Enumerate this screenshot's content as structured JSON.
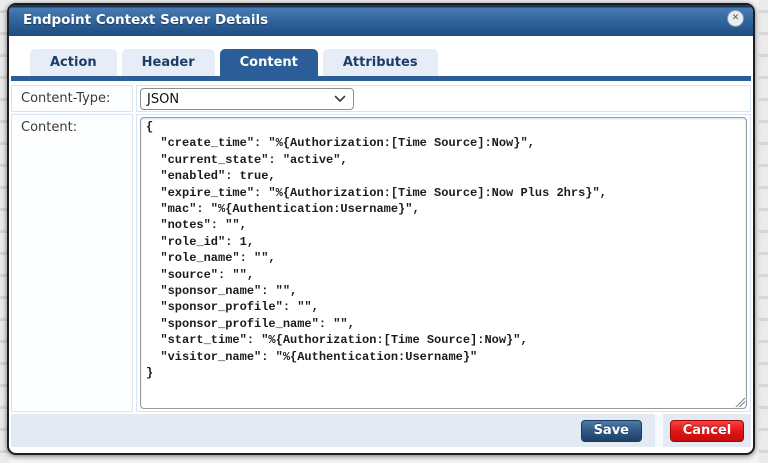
{
  "dialog": {
    "title": "Endpoint Context Server Details",
    "close_icon": "circle-x"
  },
  "tabs": [
    {
      "label": "Action",
      "active": false
    },
    {
      "label": "Header",
      "active": false
    },
    {
      "label": "Content",
      "active": true
    },
    {
      "label": "Attributes",
      "active": false
    }
  ],
  "form": {
    "content_type": {
      "label": "Content-Type:",
      "value": "JSON"
    },
    "content": {
      "label": "Content:",
      "value": "{\n  \"create_time\": \"%{Authorization:[Time Source]:Now}\",\n  \"current_state\": \"active\",\n  \"enabled\": true,\n  \"expire_time\": \"%{Authorization:[Time Source]:Now Plus 2hrs}\",\n  \"mac\": \"%{Authentication:Username}\",\n  \"notes\": \"\",\n  \"role_id\": 1,\n  \"role_name\": \"\",\n  \"source\": \"\",\n  \"sponsor_name\": \"\",\n  \"sponsor_profile\": \"\",\n  \"sponsor_profile_name\": \"\",\n  \"start_time\": \"%{Authorization:[Time Source]:Now}\",\n  \"visitor_name\": \"%{Authentication:Username}\"\n}"
    }
  },
  "footer": {
    "save_label": "Save",
    "cancel_label": "Cancel"
  },
  "icons": {
    "close": "close-icon",
    "chevron": "chevron-down-icon",
    "resize": "resize-handle"
  },
  "colors": {
    "titlebar_top": "#4a7ab1",
    "titlebar_bottom": "#1d4b7e",
    "active_tab": "#2b5e98",
    "inactive_tab": "#e6edf6",
    "save_button": "#2c5681",
    "cancel_button": "#df1414",
    "footer_band": "#e4eaf4",
    "cell_border": "#d6e4f4"
  }
}
